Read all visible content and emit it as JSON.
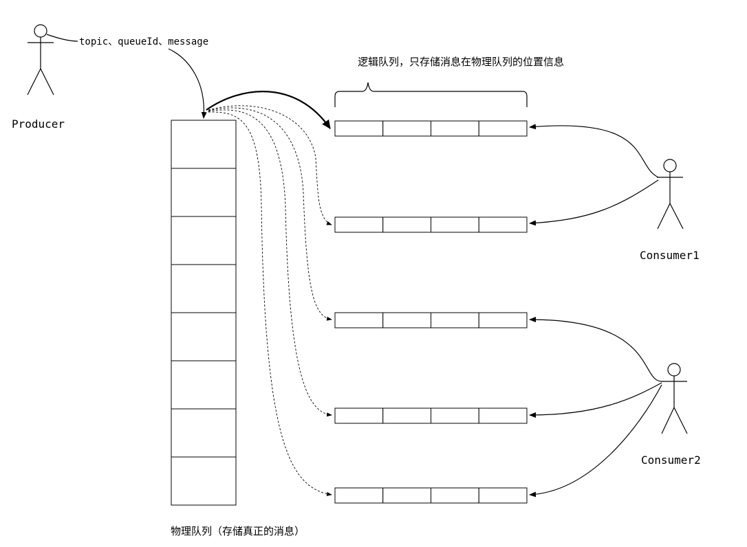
{
  "actors": {
    "producer": "Producer",
    "consumer1": "Consumer1",
    "consumer2": "Consumer2"
  },
  "producer_message": "topic、queueId、message",
  "logical_queue_label": "逻辑队列，只存储消息在物理队列的位置信息",
  "physical_queue_label": "物理队列（存储真正的消息）",
  "physical_queue": {
    "cell_count": 8
  },
  "logical_queues": {
    "queue_count": 5,
    "cells_per_queue": 4
  },
  "consumer_assignments": {
    "consumer1": [
      1,
      2
    ],
    "consumer2": [
      3,
      4,
      5
    ]
  }
}
